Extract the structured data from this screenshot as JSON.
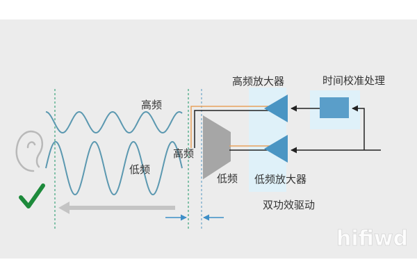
{
  "colors": {
    "panel": "#ececec",
    "highlight": "#dff1f9",
    "wave": "#5b98b0",
    "amp": "#4a95c3",
    "delay_box": "#5a9ec9",
    "line_dark": "#222222",
    "line_orange": "#e8a15c",
    "dash_green": "#3aa37a",
    "dash_blue": "#6aa3c8",
    "speaker": "#a6a6a6",
    "arrow_gray": "#c4c4c4",
    "check": "#1d8a3b",
    "text": "#333333"
  },
  "labels": {
    "high_freq_wave": "高频",
    "low_freq_wave": "低频",
    "high_freq_input": "高频",
    "low_freq_speaker": "低频",
    "high_amp": "高频放大器",
    "low_amp": "低频放大器",
    "time_align": "时间校准处理",
    "dual_drive": "双功效驱动"
  },
  "icons": {
    "ear": "ear-icon",
    "check": "check-icon",
    "speaker": "speaker-cone-icon",
    "watermark": "watermark-logo"
  },
  "watermark_text": "hifiwd"
}
